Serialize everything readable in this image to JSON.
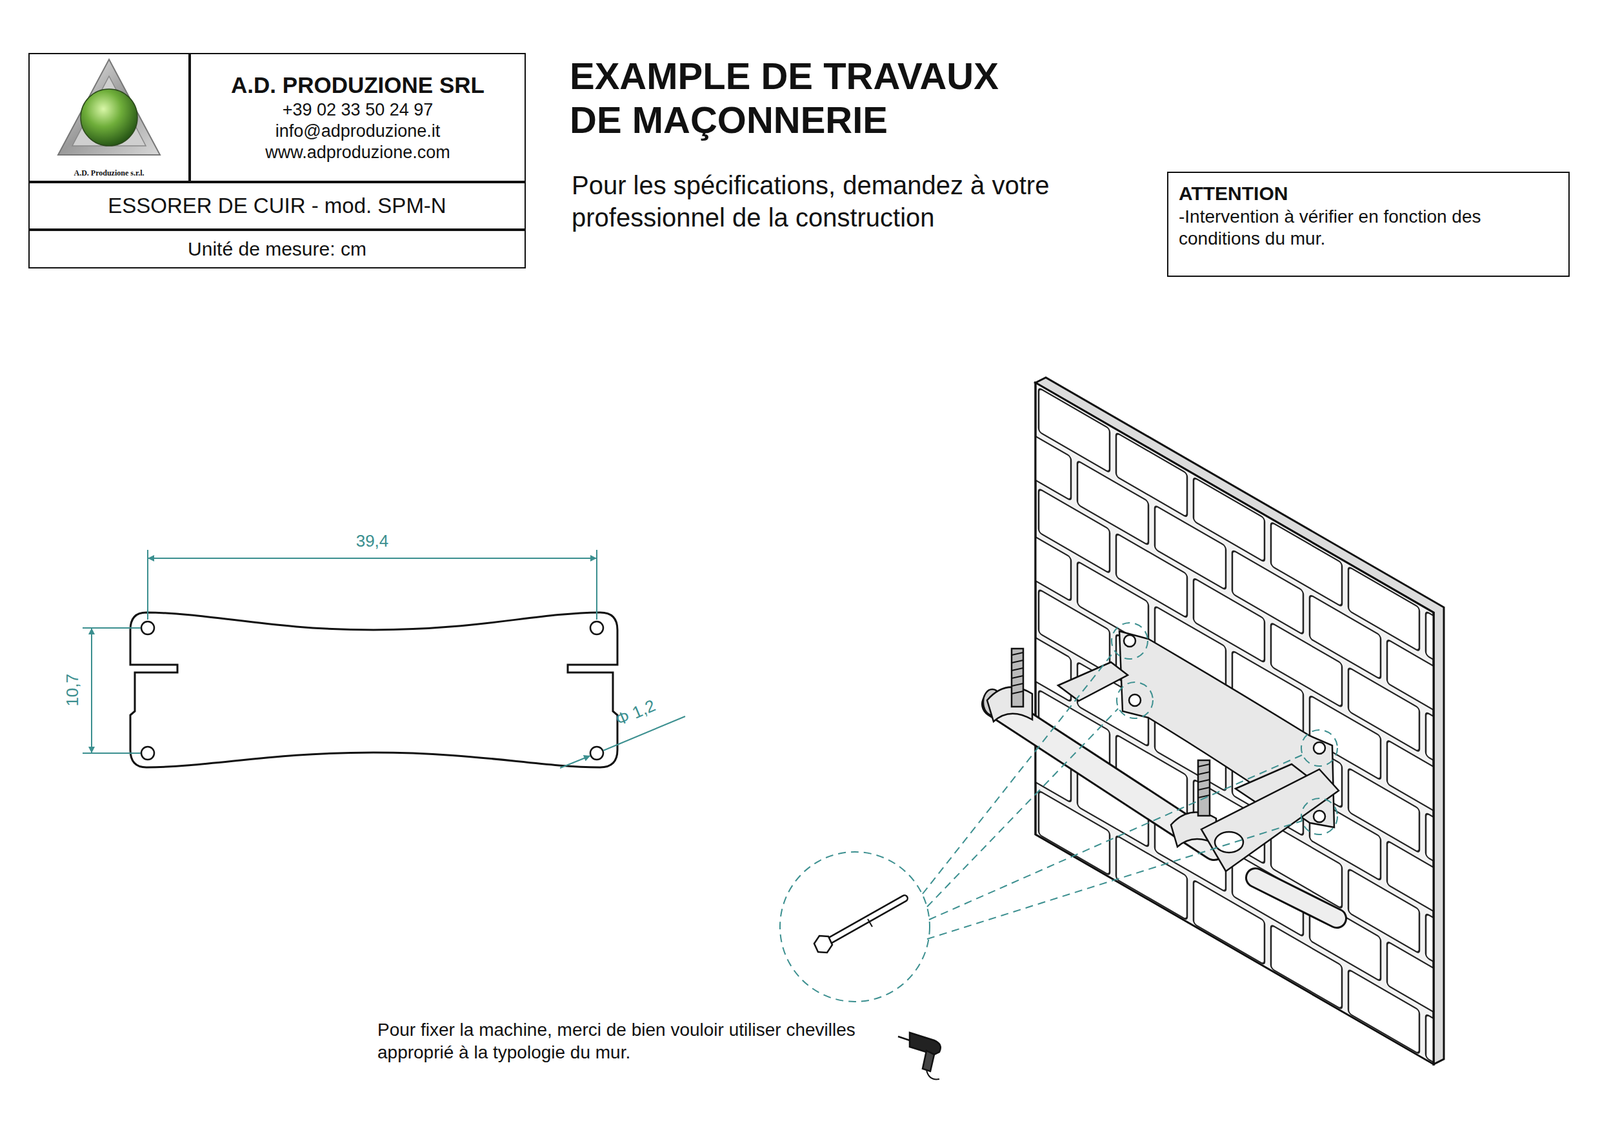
{
  "diagram": {
    "title": "EXAMPLE DE TRAVAUX DE MAÇONNERIE",
    "nodes": [
      {
        "text": [
          "A.D. Produzione s.r.l."
        ]
      },
      {
        "text": [
          "A.D. PRODUZIONE SRL",
          "+39 02 33 50 24 97",
          "info@adproduzione.it",
          "www.adproduzione.com"
        ]
      },
      {
        "text": [
          "ESSORER DE CUIR - mod. SPM-N"
        ]
      },
      {
        "text": [
          "Unité de mesure: cm"
        ]
      },
      {
        "text": [
          "ATTENTION",
          "-Intervention à vérifier en fonction des conditions du mur."
        ]
      }
    ],
    "labels": [
      "Pour les spécifications, demandez à votre professionnel de la construction",
      "39,4",
      "10,7",
      "Φ 1,2",
      "Pour fixer la machine, merci de bien vouloir utiliser chevilles approprié à la typologie du mur."
    ]
  }
}
